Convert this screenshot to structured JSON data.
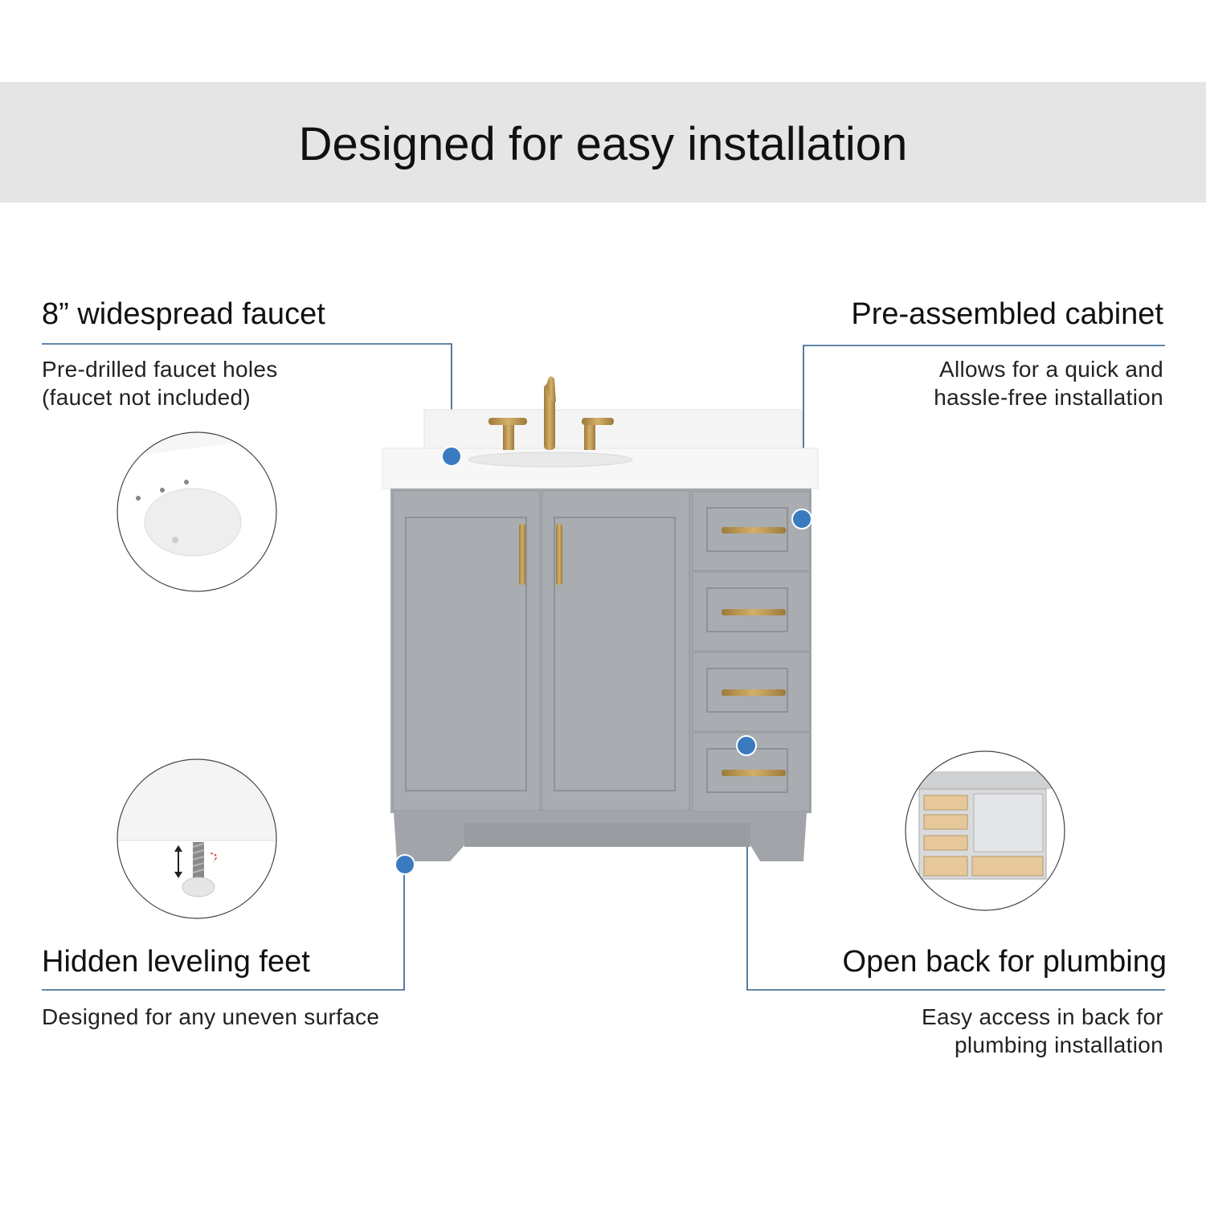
{
  "banner": {
    "title": "Designed for easy installation"
  },
  "features": {
    "faucet": {
      "title": "8” widespread faucet",
      "desc": "Pre-drilled faucet holes\n(faucet not included)"
    },
    "cabinet": {
      "title": "Pre-assembled cabinet",
      "desc": "Allows for  a quick and\nhassle-free installation"
    },
    "feet": {
      "title": "Hidden leveling feet",
      "desc": "Designed for any uneven surface"
    },
    "plumbing": {
      "title": "Open back for plumbing",
      "desc": "Easy access in back for\nplumbing installation"
    }
  },
  "colors": {
    "banner": "#e5e5e5",
    "callout_line": "#2c5f8a",
    "callout_dot": "#3a7bc0",
    "cabinet": "#a9adb1",
    "hardware": "#b8924a"
  }
}
